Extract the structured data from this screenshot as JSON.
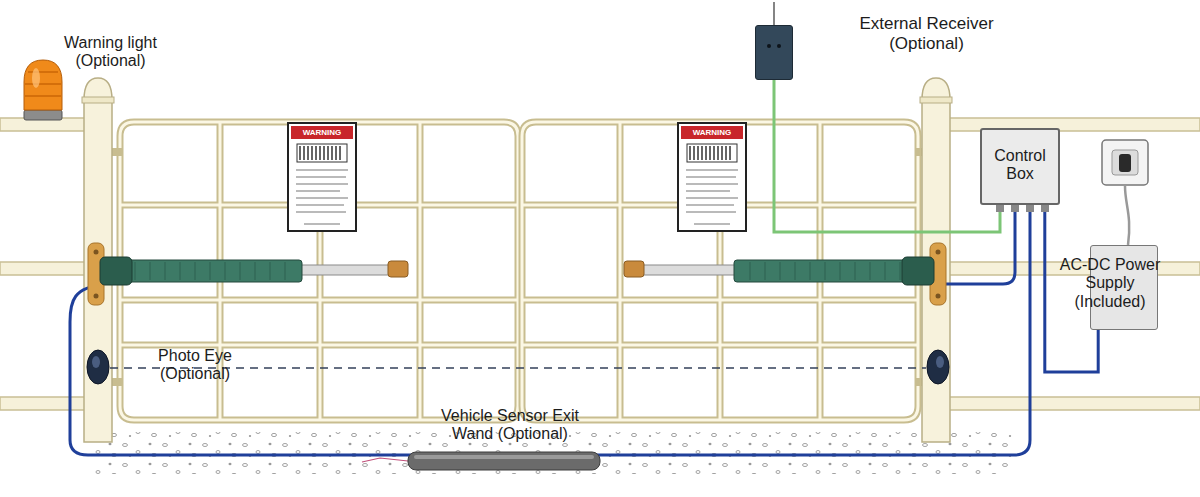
{
  "diagram": {
    "nodes": [
      {
        "text": [
          "External Receiver (Optional)"
        ]
      },
      {
        "text": [
          "WARNING"
        ]
      },
      {
        "text": [
          "WARNING"
        ]
      },
      {
        "text": [
          "Control Box"
        ]
      },
      {
        "text": [
          "AC-DC Power Supply (Included)"
        ]
      }
    ],
    "edges": [
      {
        "from": 0,
        "to": 3,
        "arrow": "none"
      },
      {
        "from": 3,
        "to": 4,
        "arrow": "none"
      }
    ],
    "labels": [
      "Warning light (Optional)",
      "Photo Eye (Optional)",
      "Vehicle Sensor Exit Wand (Optional)"
    ]
  }
}
